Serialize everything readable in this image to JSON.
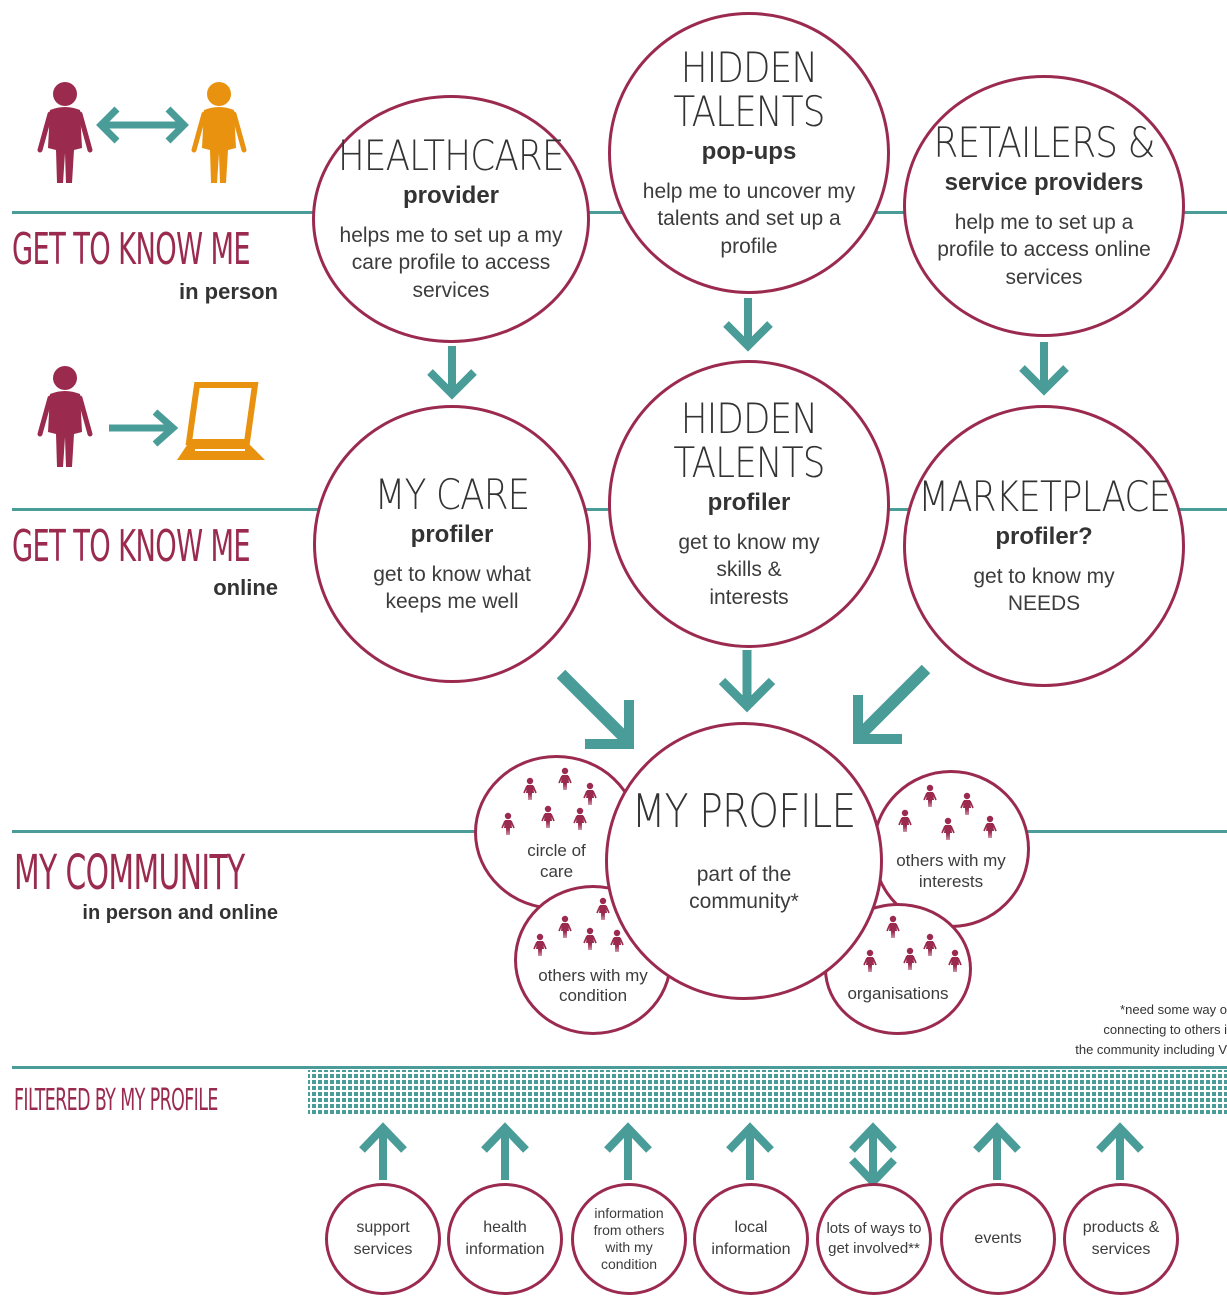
{
  "rows": {
    "in_person": {
      "label": "GET TO KNOW ME",
      "sub": "in person"
    },
    "online": {
      "label": "GET TO KNOW ME",
      "sub": "online"
    },
    "community": {
      "label": "MY COMMUNITY",
      "sub": "in person and online"
    },
    "filtered": {
      "label": "FILTERED BY MY PROFILE"
    }
  },
  "top_circles": {
    "healthcare": {
      "title": "HEALTHCARE",
      "sub": "provider",
      "desc": "helps me to set up a my care profile to access services"
    },
    "hidden_talents_popups": {
      "title": "HIDDEN TALENTS",
      "sub": "pop-ups",
      "desc": "help me to uncover my talents and set up a profile"
    },
    "retailers": {
      "title": "RETAILERS &",
      "sub": "service providers",
      "desc": "help me to set up a profile to access online services"
    }
  },
  "mid_circles": {
    "my_care": {
      "title": "MY CARE",
      "sub": "profiler",
      "desc": "get to know what keeps me well"
    },
    "hidden_talents_profiler": {
      "title": "HIDDEN TALENTS",
      "sub": "profiler",
      "desc": "get to know my skills & interests"
    },
    "marketplace": {
      "title": "MARKETPLACE",
      "sub": "profiler?",
      "desc": "get to know my NEEDS"
    }
  },
  "profile": {
    "title": "MY PROFILE",
    "desc": "part of the community*"
  },
  "community_circles": {
    "circle_of_care": "circle of care",
    "others_condition": "others with my condition",
    "others_interests": "others with my interests",
    "organisations": "organisations"
  },
  "note": {
    "line1": "*need some way o",
    "line2": "connecting to others i",
    "line3": "the community including V"
  },
  "bottom": [
    "support services",
    "health information",
    "information from others with my condition",
    "local information",
    "lots of ways to get involved**",
    "events",
    "products & services"
  ],
  "colors": {
    "teal": "#4a9c98",
    "maroon": "#9b2a4f",
    "orange": "#e8920f"
  }
}
